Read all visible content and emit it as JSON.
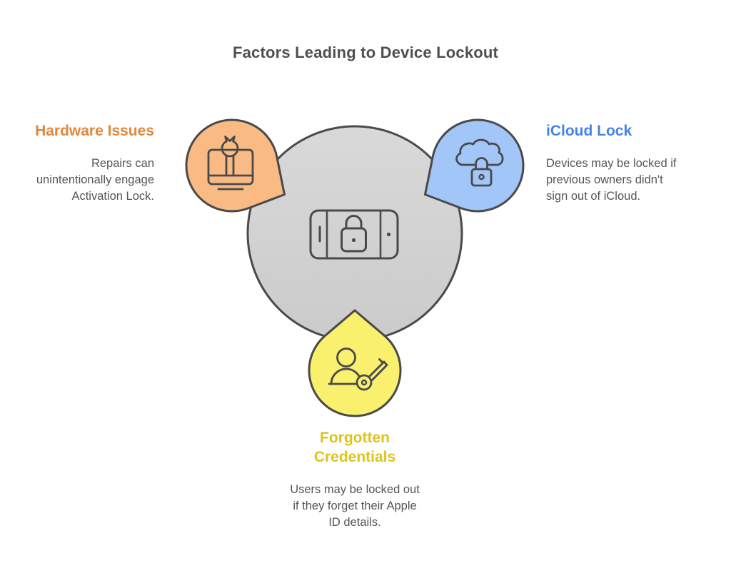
{
  "title": "Factors Leading to Device Lockout",
  "title_color": "#4F4F4F",
  "stroke_color": "#4A4A4A",
  "sections": {
    "hardware": {
      "heading": "Hardware Issues",
      "heading_color": "#E2873A",
      "body_lines": [
        "Repairs can",
        "unintentionally engage",
        "Activation Lock."
      ],
      "body_color": "#555555",
      "icon": "monitor-wrench-icon",
      "droplet_fill": "#F9BA83"
    },
    "icloud": {
      "heading": "iCloud Lock",
      "heading_color": "#4583E8",
      "body_lines": [
        "Devices may be locked if",
        "previous owners didn't",
        "sign out of iCloud."
      ],
      "body_color": "#555555",
      "icon": "cloud-lock-icon",
      "droplet_fill": "#A2C6F8"
    },
    "credentials": {
      "heading_lines": [
        "Forgotten",
        "Credentials"
      ],
      "heading_color": "#DFC41C",
      "body_lines": [
        "Users may be locked out",
        "if they forget their Apple",
        "ID details."
      ],
      "body_color": "#555555",
      "icon": "person-key-icon",
      "droplet_fill": "#F9F06E"
    }
  },
  "center": {
    "icon": "locked-smartphone-icon",
    "fill_top": "#D9D9D9",
    "fill_bottom": "#CBCBCB"
  }
}
